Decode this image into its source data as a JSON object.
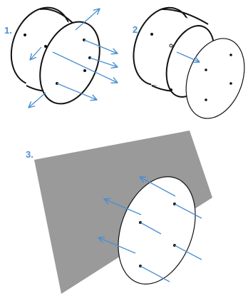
{
  "steps": [
    {
      "label": "1."
    },
    {
      "label": "2."
    },
    {
      "label": "3."
    }
  ],
  "colors": {
    "accent": "#4a8fd0",
    "outline": "#111111",
    "wall": "#9a9a9a",
    "background": "#ffffff"
  },
  "icons": {
    "step1": "cylinder-with-blue-arrows",
    "step2": "cylinder-with-detached-lid",
    "step3": "lid-against-wall-with-arrows"
  }
}
